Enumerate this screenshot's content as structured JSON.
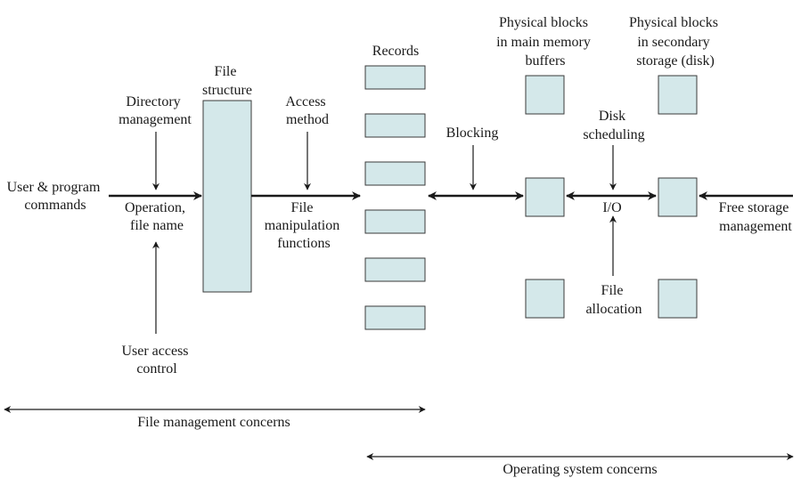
{
  "labels": {
    "user_program": [
      "User & program",
      "commands"
    ],
    "directory_mgmt": [
      "Directory",
      "management"
    ],
    "file_structure": [
      "File",
      "structure"
    ],
    "operation": [
      "Operation,",
      "file name"
    ],
    "access_method": [
      "Access",
      "method"
    ],
    "file_manip": [
      "File",
      "manipulation",
      "functions"
    ],
    "user_access": [
      "User access",
      "control"
    ],
    "records": [
      "Records"
    ],
    "blocking": [
      "Blocking"
    ],
    "phys_main": [
      "Physical blocks",
      "in main memory",
      "buffers"
    ],
    "phys_secondary": [
      "Physical blocks",
      "in secondary",
      "storage (disk)"
    ],
    "disk_sched": [
      "Disk",
      "scheduling"
    ],
    "io": [
      "I/O"
    ],
    "file_alloc": [
      "File",
      "allocation"
    ],
    "free_storage": [
      "Free storage",
      "management"
    ],
    "file_mgmt_concerns": [
      "File management concerns"
    ],
    "os_concerns": [
      "Operating system concerns"
    ]
  },
  "colors": {
    "box_fill": "#d4e8ea",
    "box_stroke": "#3a3a3a",
    "line": "#1a1a1a"
  }
}
